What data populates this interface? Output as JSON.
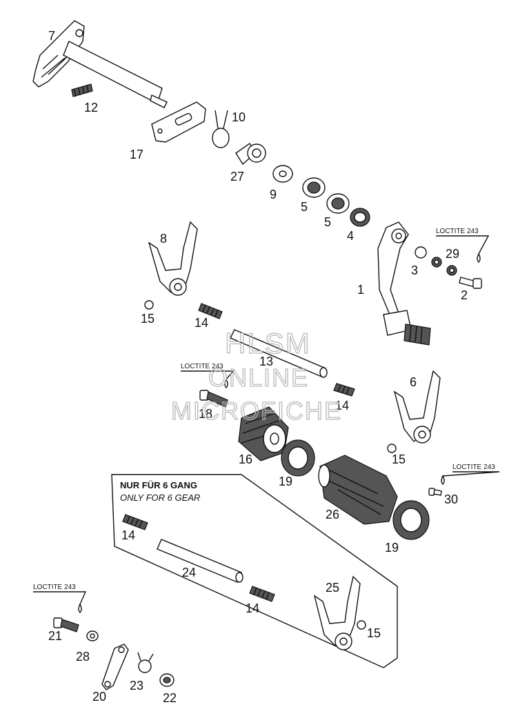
{
  "labels": {
    "p7": "7",
    "p12": "12",
    "p17": "17",
    "p10": "10",
    "p27": "27",
    "p9": "9",
    "p5a": "5",
    "p5b": "5",
    "p4": "4",
    "p8": "8",
    "p1": "1",
    "p3": "3",
    "p29": "29",
    "p2": "2",
    "p15a": "15",
    "p14a": "14",
    "p13": "13",
    "p18": "18",
    "p14b": "14",
    "p6": "6",
    "p16": "16",
    "p15b": "15",
    "p19a": "19",
    "p30": "30",
    "p26": "26",
    "p19b": "19",
    "p14c": "14",
    "p24": "24",
    "p25": "25",
    "p14d": "14",
    "p15c": "15",
    "p21": "21",
    "p28": "28",
    "p20": "20",
    "p23": "23",
    "p22": "22"
  },
  "loctite": {
    "top_right": "LOCTITE 243",
    "mid_left": "LOCTITE 243",
    "mid_right": "LOCTITE 243",
    "bottom_left": "LOCTITE 243"
  },
  "box": {
    "title": "NUR FÜR 6 GANG",
    "subtitle": "ONLY FOR 6 GEAR"
  },
  "watermark": {
    "line1": "HLSM",
    "line2": "ONLINE",
    "line3": "MICROFICHE"
  }
}
